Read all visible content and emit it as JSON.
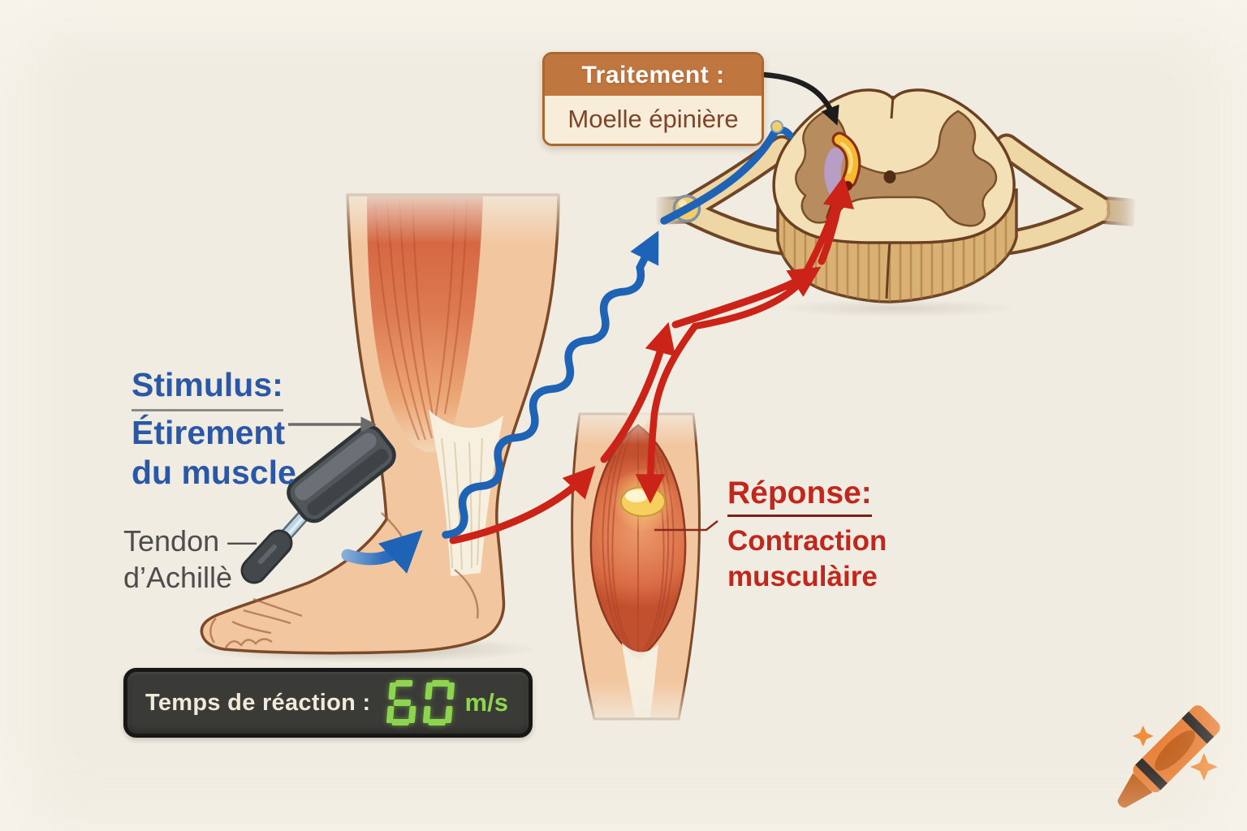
{
  "treatment_box": {
    "heading": "Traitement :",
    "body": "Moelle épinière"
  },
  "stimulus_label": {
    "heading": "Stimulus:",
    "line1": "Étirement",
    "line2": "du muscle"
  },
  "tendon_label": {
    "line1": "Tendon —",
    "line2": "d’Achillè"
  },
  "response_label": {
    "heading": "Réponse:",
    "line1": "Contraction",
    "line2": "musculàire"
  },
  "reaction_display": {
    "label": "Temps de réaction :",
    "value": "60",
    "unit": "m/s"
  },
  "icons": {
    "reflex_hammer": "reflex-hammer",
    "crayon_logo": "orange-crayon-with-sparkles"
  },
  "colors": {
    "bg": "#f1ece2",
    "stimulus_blue": "#2b57a7",
    "tendon_gray": "#4d4d4d",
    "response_red": "#c0271d",
    "sensory_path_blue": "#1e63b5",
    "motor_path_red": "#cb2318",
    "box_header_bg": "#c0763f",
    "box_body_bg": "#f8edd9",
    "box_border": "#a9682f",
    "box_body_text": "#7d452a",
    "display_bg": "#3a3a37",
    "display_border": "#171715",
    "display_text": "#f1ead9",
    "digit_green": "#8ed54f",
    "underline_gray": "#8a8a8a",
    "skin": "#f2c7a0",
    "muscle_red": "#d4653f",
    "cord_cream": "#f3e0b6",
    "cord_gray_matter": "#b78d60"
  }
}
